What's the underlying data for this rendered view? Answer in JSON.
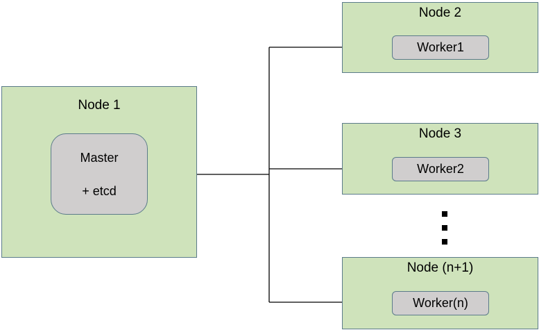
{
  "node1": {
    "title": "Node 1",
    "master_line1": "Master",
    "master_line2": "+ etcd"
  },
  "workers": [
    {
      "node_title": "Node 2",
      "worker_label": "Worker1"
    },
    {
      "node_title": "Node 3",
      "worker_label": "Worker2"
    },
    {
      "node_title": "Node (n+1)",
      "worker_label": "Worker(n)"
    }
  ],
  "colors": {
    "node_fill": "#cfe3bb",
    "component_fill": "#d0cece",
    "border": "#5b7b8a",
    "line": "#000000"
  }
}
